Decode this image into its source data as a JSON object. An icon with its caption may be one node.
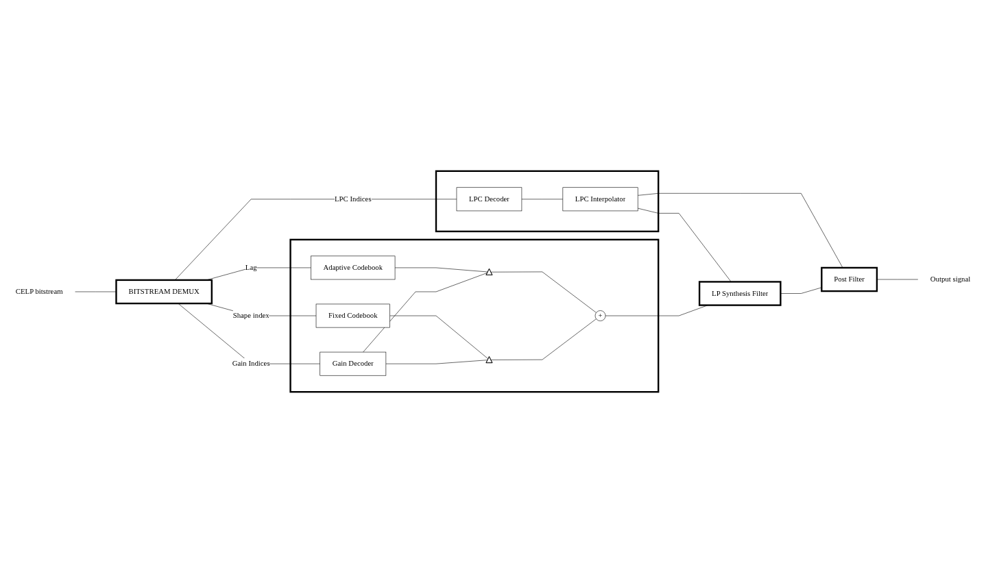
{
  "diagram": {
    "nodes": [
      {
        "text": [
          "CELP bitstream"
        ]
      },
      {
        "text": [
          "BITSTREAM DEMUX"
        ]
      },
      {
        "text": [],
        "shape": "box"
      },
      {
        "text": [
          "LPC Decoder"
        ],
        "in": 2
      },
      {
        "text": [
          "LPC Interpolator"
        ],
        "in": 2
      },
      {
        "text": [],
        "shape": "box"
      },
      {
        "text": [
          "Adaptive Codebook"
        ],
        "in": 5
      },
      {
        "text": [
          "Fixed Codebook"
        ],
        "in": 5
      },
      {
        "text": [],
        "shape": "triangle",
        "in": 5
      },
      {
        "text": [],
        "shape": "triangle",
        "in": 5
      },
      {
        "text": [
          "+"
        ],
        "in": 5
      },
      {
        "text": [
          "Gain Decoder"
        ],
        "in": 5
      },
      {
        "text": [
          "LP Synthesis Filter"
        ]
      },
      {
        "text": [
          "Post Filter"
        ]
      },
      {
        "text": [
          "Output signal"
        ]
      }
    ],
    "edges": [
      {
        "from": 0,
        "to": 1,
        "arrow": "none"
      },
      {
        "from": 1,
        "to": 3,
        "arrow": "none",
        "label": "LPC Indices"
      },
      {
        "from": 3,
        "to": 4,
        "arrow": "none"
      },
      {
        "from": 4,
        "to": 12,
        "arrow": "none"
      },
      {
        "from": 4,
        "to": 13,
        "arrow": "none"
      },
      {
        "from": 1,
        "to": 6,
        "arrow": "none",
        "label": "Lag"
      },
      {
        "from": 6,
        "to": 8,
        "arrow": "none"
      },
      {
        "from": 1,
        "to": 7,
        "arrow": "none",
        "label": "Shape index"
      },
      {
        "from": 7,
        "to": 9,
        "arrow": "none"
      },
      {
        "from": 8,
        "to": 10,
        "arrow": "none"
      },
      {
        "from": 9,
        "to": 10,
        "arrow": "none"
      },
      {
        "from": 11,
        "to": 8,
        "arrow": "none"
      },
      {
        "from": 11,
        "to": 9,
        "arrow": "none"
      },
      {
        "from": 1,
        "to": 11,
        "arrow": "none",
        "label": "Gain Indices"
      },
      {
        "from": 10,
        "to": 12,
        "arrow": "none"
      },
      {
        "from": 12,
        "to": 13,
        "arrow": "none"
      },
      {
        "from": 13,
        "to": 14,
        "arrow": "none"
      }
    ]
  }
}
